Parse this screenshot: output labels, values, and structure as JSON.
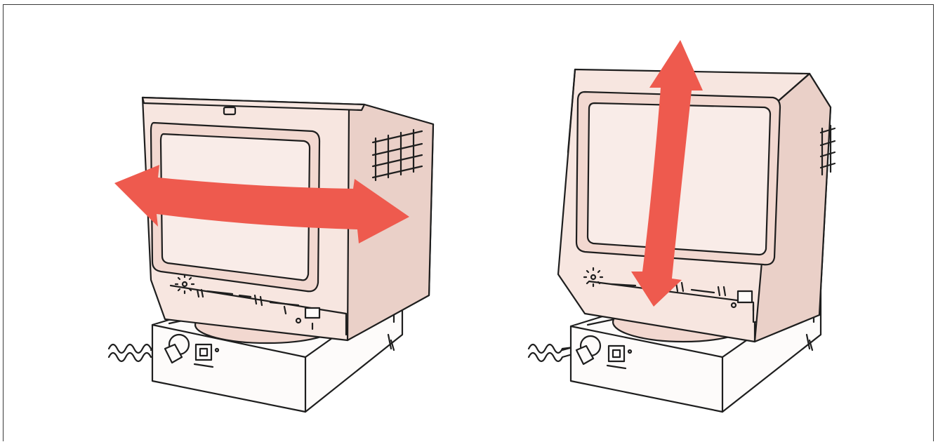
{
  "figure": {
    "panels": [
      {
        "id": "swivel",
        "motion": "horizontal-swivel",
        "arrow_color": "#ee5a4e",
        "icons": [
          "monitor-icon",
          "system-unit-icon",
          "power-cord-icon",
          "brightness-icon"
        ]
      },
      {
        "id": "tilt",
        "motion": "vertical-tilt",
        "arrow_color": "#ee5a4e",
        "icons": [
          "monitor-icon",
          "system-unit-icon",
          "power-cord-icon",
          "brightness-icon"
        ]
      }
    ],
    "colors": {
      "monitor_body": "#f7e6e0",
      "outline": "#1e1e1e",
      "arrow": "#ee5a4e",
      "background": "#ffffff"
    }
  }
}
